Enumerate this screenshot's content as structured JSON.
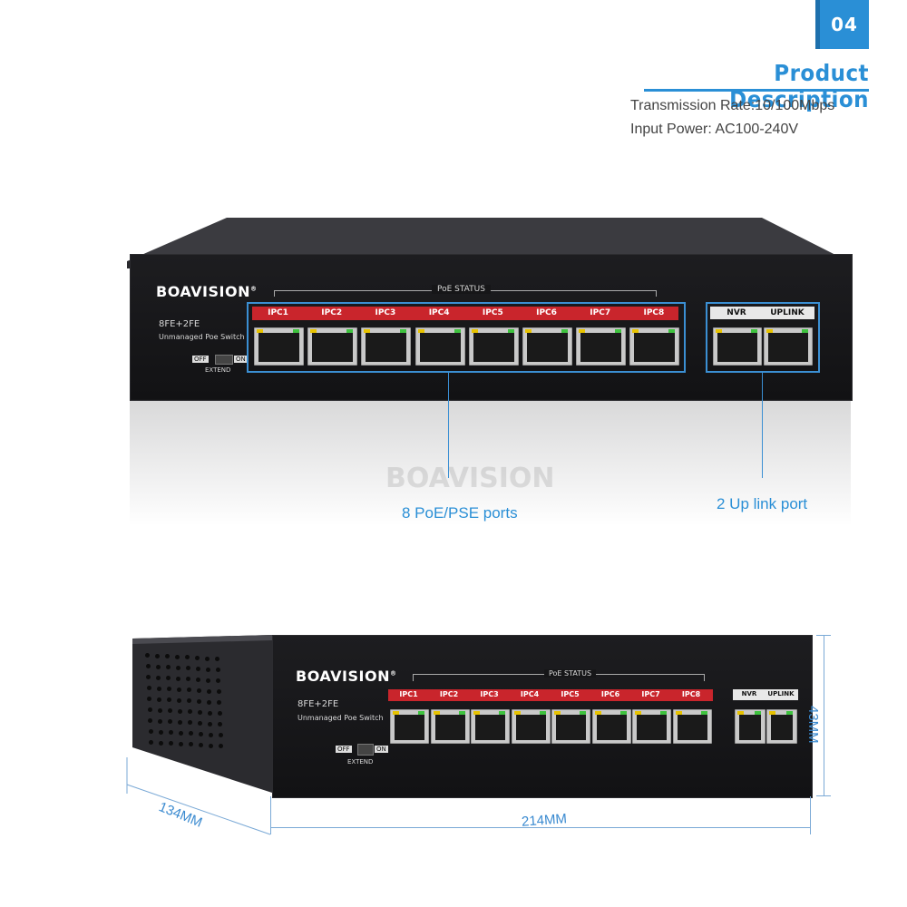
{
  "header": {
    "badge": "04",
    "title": "Product Description",
    "specs": [
      "Transmission Rate:10/100Mbps",
      "Input Power: AC100-240V"
    ]
  },
  "switch_top": {
    "brand": "BOAVISION",
    "registered": "®",
    "model": "8FE+2FE",
    "subtitle": "Unmanaged Poe Switch",
    "off": "OFF",
    "on": "ON",
    "extend": "EXTEND",
    "poe_status": "PoE STATUS",
    "poe_ports": [
      "IPC1",
      "IPC2",
      "IPC3",
      "IPC4",
      "IPC5",
      "IPC6",
      "IPC7",
      "IPC8"
    ],
    "uplink_ports": [
      "NVR",
      "UPLINK"
    ]
  },
  "watermark": "BOAVISION",
  "callouts": {
    "poe": "8 PoE/PSE ports",
    "uplink": "2 Up link port"
  },
  "switch_bottom": {
    "brand": "BOAVISION",
    "registered": "®",
    "model": "8FE+2FE",
    "subtitle": "Unmanaged Poe Switch",
    "off": "OFF",
    "on": "ON",
    "extend": "EXTEND",
    "poe_status": "PoE STATUS",
    "poe_ports": [
      "IPC1",
      "IPC2",
      "IPC3",
      "IPC4",
      "IPC5",
      "IPC6",
      "IPC7",
      "IPC8"
    ],
    "uplink_ports": [
      "NVR",
      "UPLINK"
    ]
  },
  "dimensions": {
    "height": "43MM",
    "depth": "134MM",
    "width": "214MM"
  },
  "colors": {
    "accent": "#2a8fd6",
    "port_label_bar": "#c9252c",
    "chassis": "#1d1d20"
  }
}
